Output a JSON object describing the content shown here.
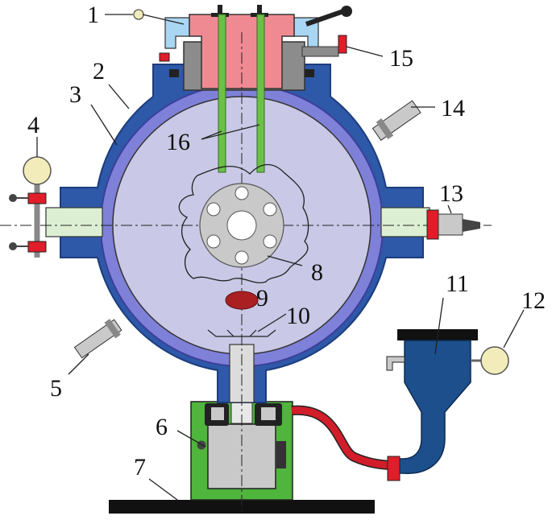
{
  "figure": {
    "labels": {
      "l1": "1",
      "l2": "2",
      "l3": "3",
      "l4": "4",
      "l5": "5",
      "l6": "6",
      "l7": "7",
      "l8": "8",
      "l9": "9",
      "l10": "10",
      "l11": "11",
      "l12": "12",
      "l13": "13",
      "l14": "14",
      "l15": "15",
      "l16": "16"
    },
    "colors": {
      "outer_shell": "#2e58a8",
      "shell_edge": "#1c3d7c",
      "inner_liner": "#7f80d8",
      "chamber": "#c9c8e6",
      "lid": "#f08a92",
      "lid_collar": "#8c8c8c",
      "clamp": "#a9d6f2",
      "window": "#dcefd2",
      "red_part": "#e01d28",
      "drive_box": "#4fb53c",
      "motor": "#c9c9c9",
      "hopper": "#1c4f8c",
      "hose": "#d11e2a",
      "base": "#111111",
      "sample": "#aa1f22",
      "green_rod": "#6cc048"
    }
  }
}
